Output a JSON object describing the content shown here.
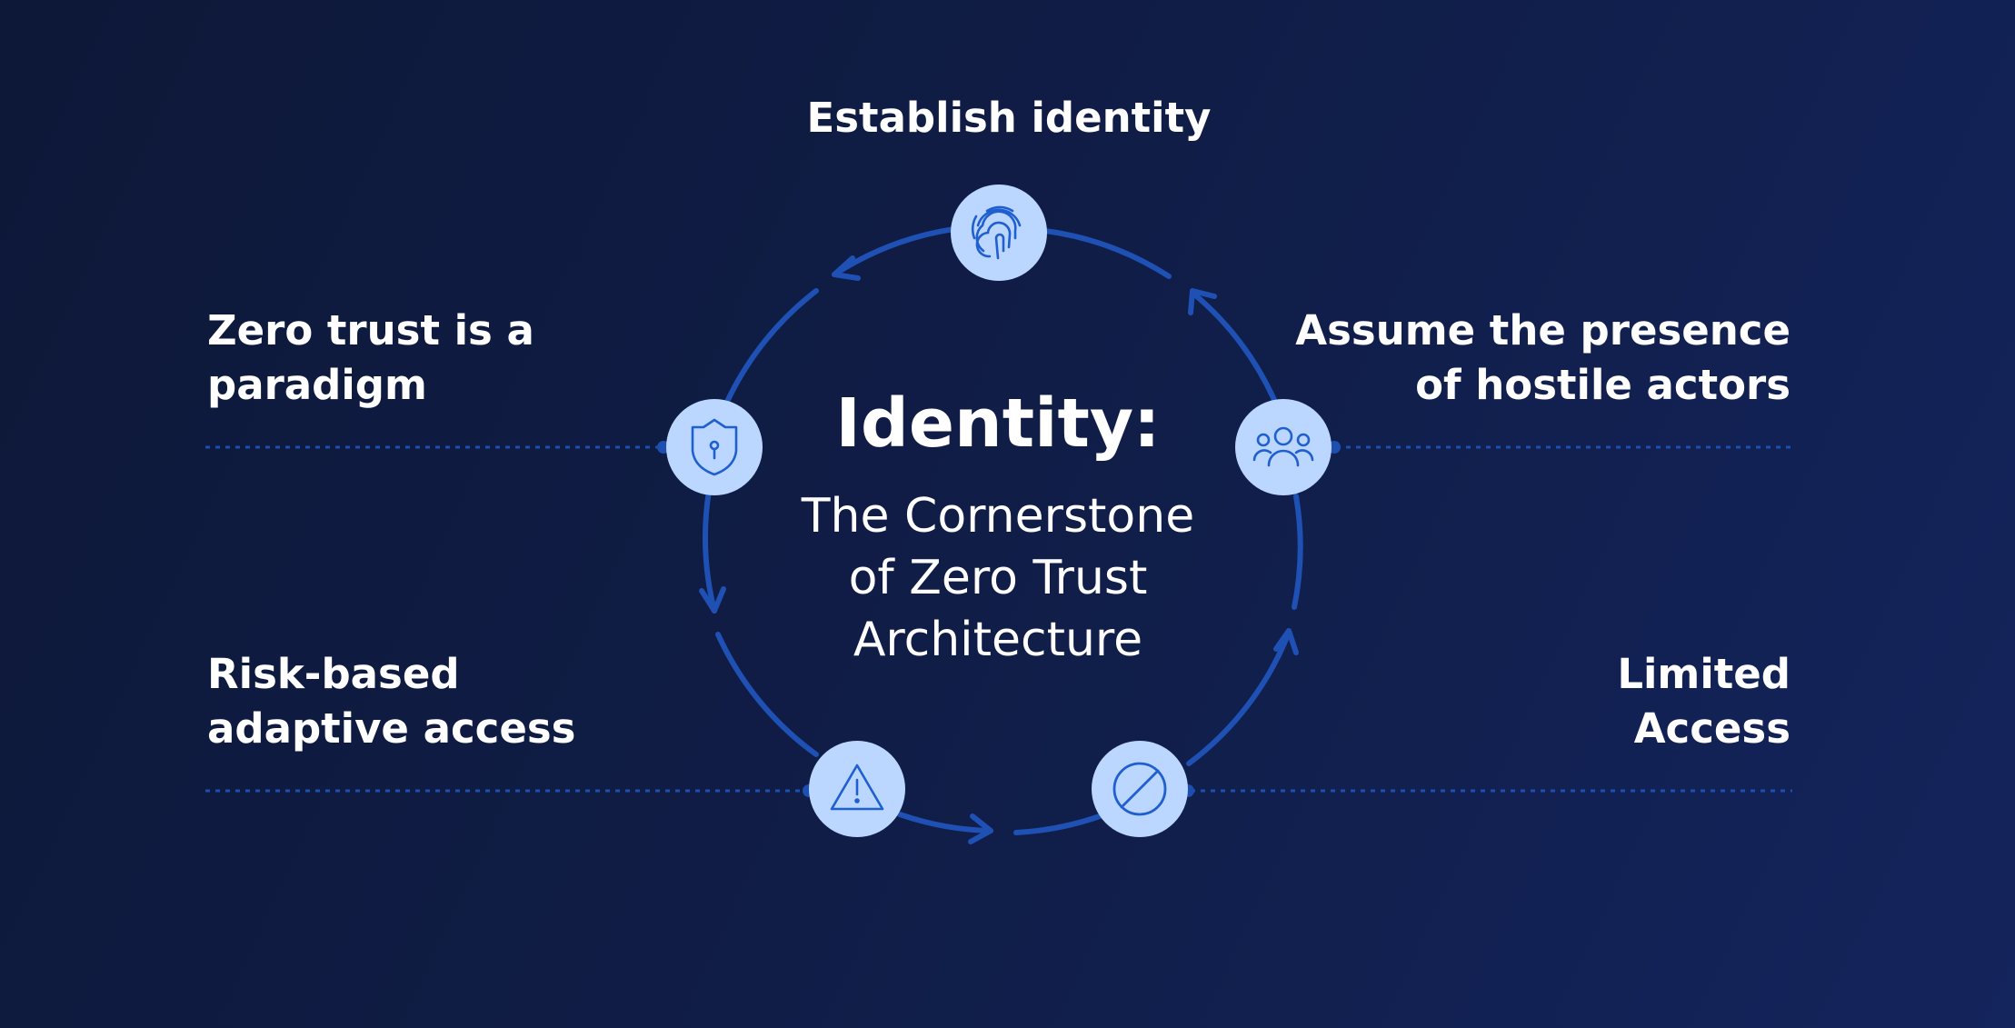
{
  "diagram": {
    "center": {
      "title": "Identity:",
      "subtitle": [
        "The Cornerstone",
        "of Zero Trust",
        "Architecture"
      ]
    },
    "nodes": [
      {
        "id": "top",
        "icon": "fingerprint-icon",
        "label": [
          "Establish identity"
        ]
      },
      {
        "id": "left",
        "icon": "shield-lock-icon",
        "label": [
          "Zero trust is a",
          "paradigm"
        ]
      },
      {
        "id": "right",
        "icon": "people-group-icon",
        "label": [
          "Assume the presence",
          "of hostile actors"
        ]
      },
      {
        "id": "bottom-left",
        "icon": "warning-triangle-icon",
        "label": [
          "Risk-based",
          "adaptive access"
        ]
      },
      {
        "id": "bottom-right",
        "icon": "prohibited-icon",
        "label": [
          "Limited",
          "Access"
        ]
      }
    ],
    "colors": {
      "background_start": "#0d1838",
      "background_end": "#14245c",
      "ring": "#1f50b4",
      "node_fill": "#bcd7ff",
      "icon_stroke": "#1f5fd0",
      "dotted_line": "#1c4fb0",
      "text": "#ffffff"
    }
  }
}
